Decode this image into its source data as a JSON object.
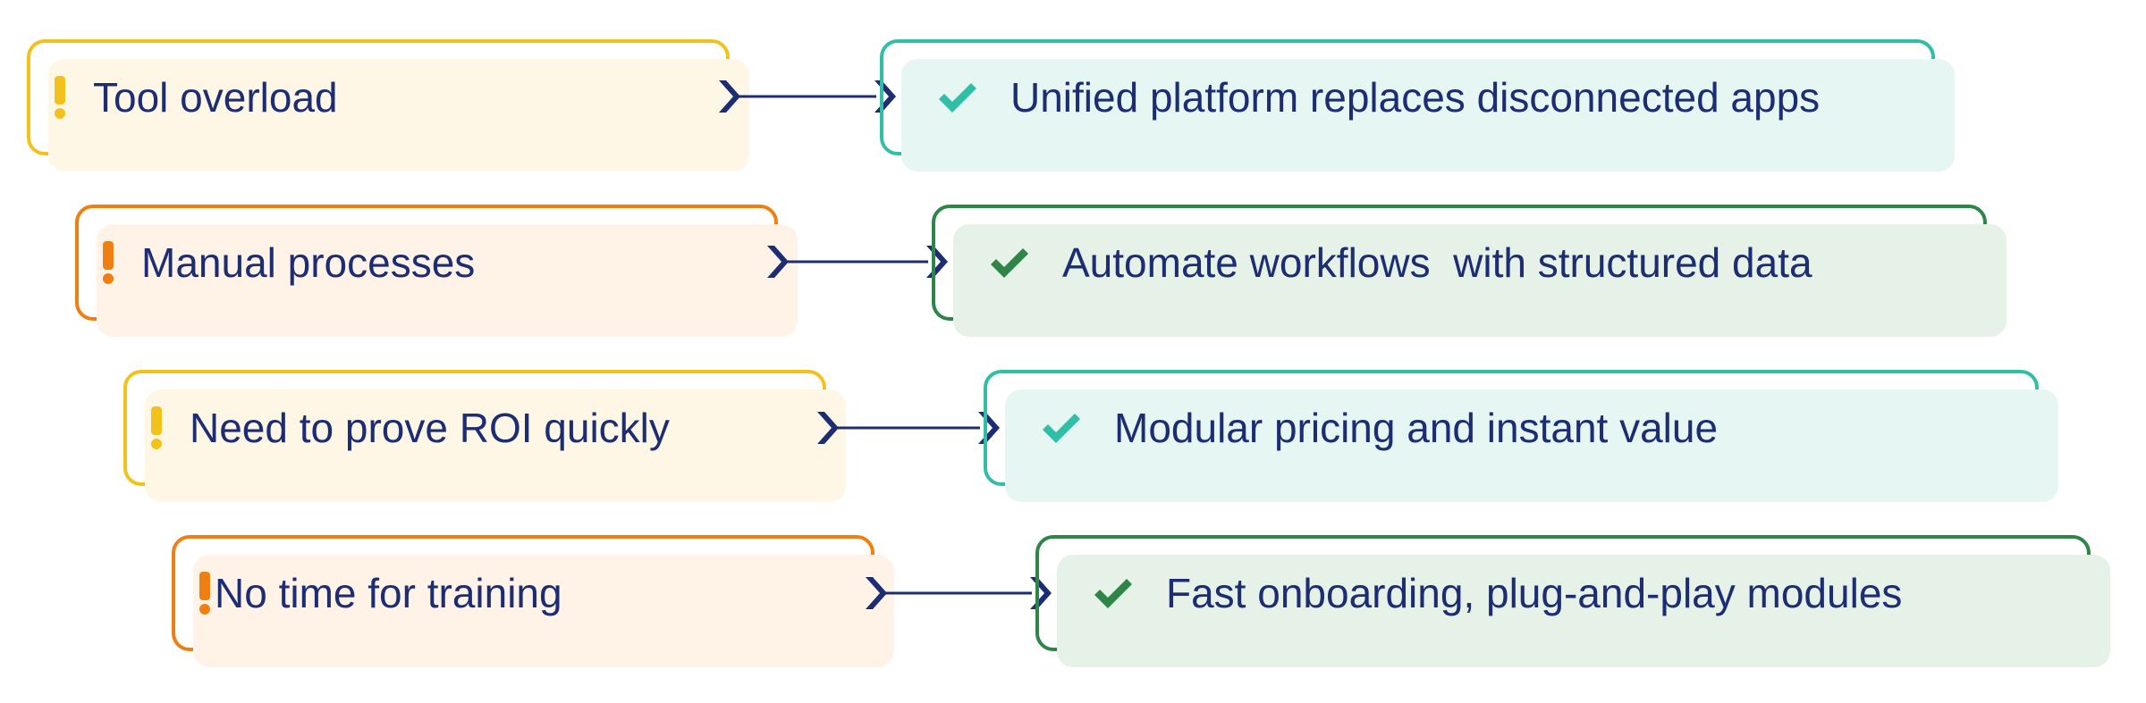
{
  "colors": {
    "yellow": "#f2c21b",
    "orange": "#f07f12",
    "teal": "#2fbfa6",
    "green": "#2e8548",
    "text": "#1c2d73",
    "arrow": "#1c2d73"
  },
  "rows": [
    {
      "problem": {
        "text": "Tool overload",
        "icon": "exclamation-icon",
        "color": "yellow"
      },
      "solution": {
        "text": "Unified platform replaces disconnected apps",
        "icon": "check-icon",
        "color": "teal"
      }
    },
    {
      "problem": {
        "text": "Manual processes",
        "icon": "exclamation-icon",
        "color": "orange"
      },
      "solution": {
        "text": "Automate workflows  with structured data",
        "icon": "check-icon",
        "color": "green"
      }
    },
    {
      "problem": {
        "text": "Need to prove ROI quickly",
        "icon": "exclamation-icon",
        "color": "yellow"
      },
      "solution": {
        "text": "Modular pricing and instant value",
        "icon": "check-icon",
        "color": "teal"
      }
    },
    {
      "problem": {
        "text": "No time for training",
        "icon": "exclamation-icon",
        "color": "orange"
      },
      "solution": {
        "text": "Fast onboarding, plug-and-play modules",
        "icon": "check-icon",
        "color": "green"
      }
    }
  ]
}
